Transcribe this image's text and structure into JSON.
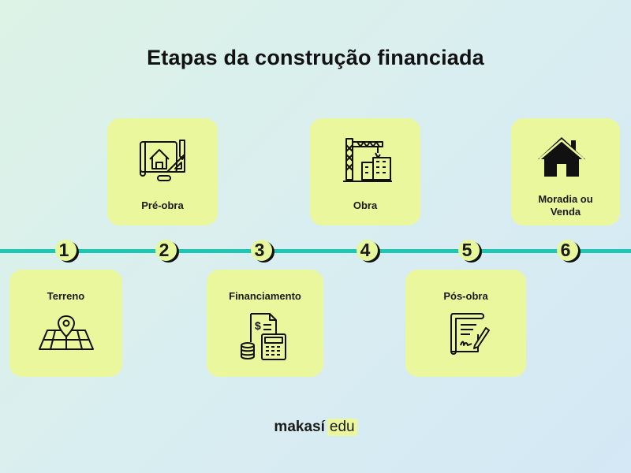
{
  "title": "Etapas da construção financiada",
  "steps": [
    {
      "number": "1",
      "label": "Terreno",
      "icon": "map-pin-icon"
    },
    {
      "number": "2",
      "label": "Pré-obra",
      "icon": "blueprint-icon"
    },
    {
      "number": "3",
      "label": "Financiamento",
      "icon": "calculator-coins-icon"
    },
    {
      "number": "4",
      "label": "Obra",
      "icon": "crane-building-icon"
    },
    {
      "number": "5",
      "label": "Pós-obra",
      "icon": "signed-document-icon"
    },
    {
      "number": "6",
      "label": "Moradia ou Venda",
      "icon": "house-icon"
    }
  ],
  "brand": {
    "name": "makasí",
    "suffix": "edu"
  },
  "colors": {
    "card": "#ebf79c",
    "line": "#1fc6b4",
    "text": "#1a1a1a"
  }
}
